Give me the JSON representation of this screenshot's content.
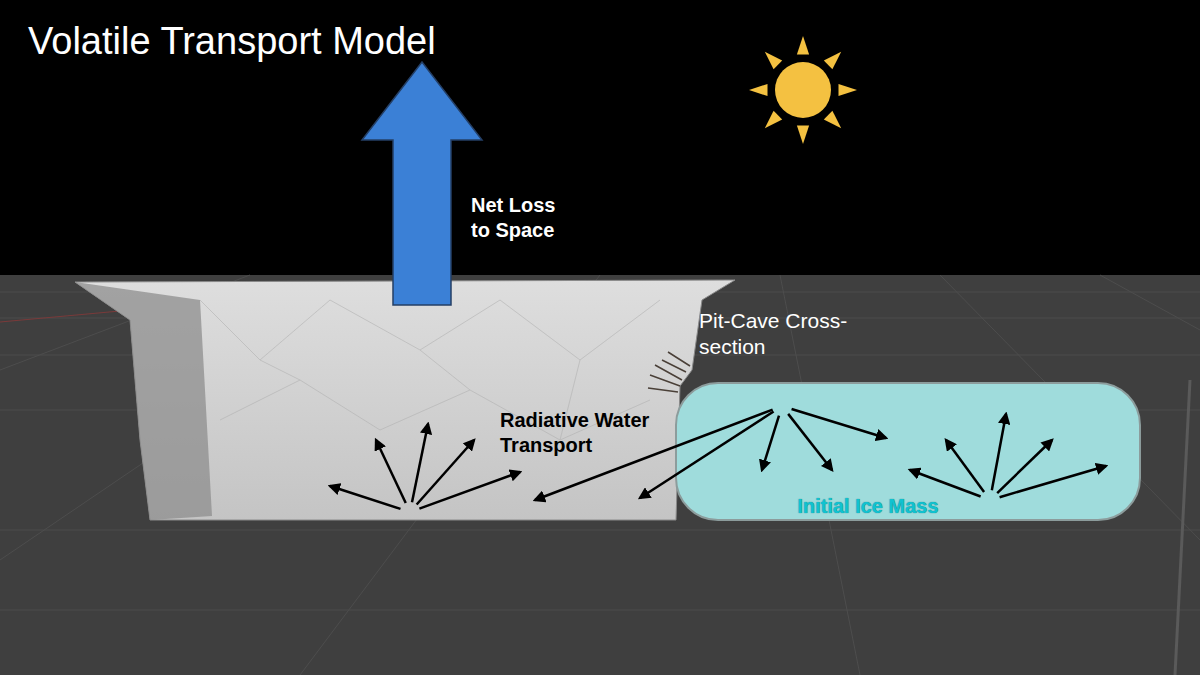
{
  "diagram": {
    "title": "Volatile Transport Model",
    "nodes": [
      {
        "text": [
          "Initial Ice Mass"
        ]
      }
    ],
    "labels": [
      "Net Loss to Space",
      "Pit-Cave Cross-section",
      "Radiative Water Transport"
    ]
  }
}
